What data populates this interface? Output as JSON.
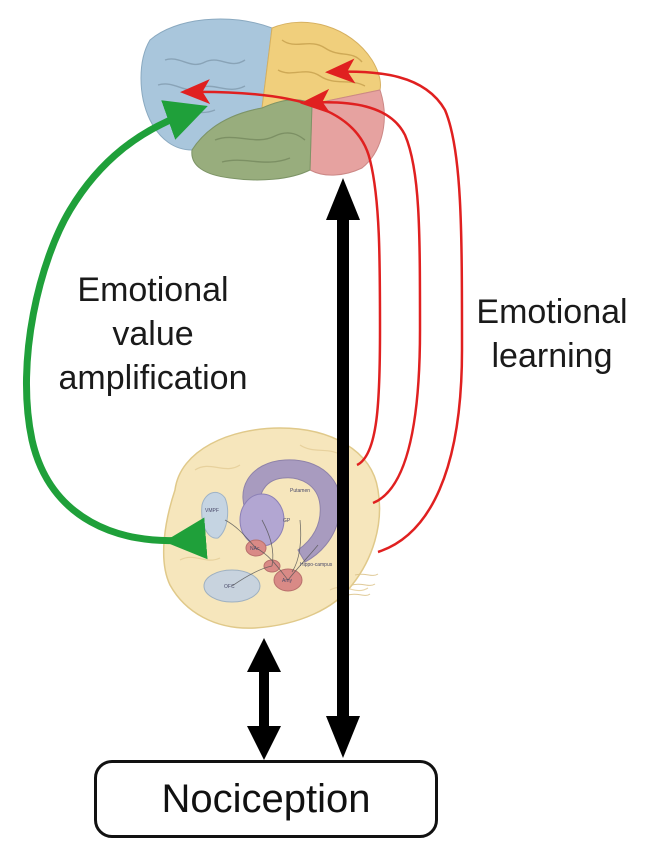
{
  "labels": {
    "amplification": [
      "Emotional",
      "value",
      "amplification"
    ],
    "learning": [
      "Emotional",
      "learning"
    ],
    "nociception": "Nociception"
  },
  "colors": {
    "green_arrow": "#1fa03a",
    "red_arrow": "#e02020",
    "black_arrow": "#000000",
    "frontal_lobe": "#a9c6dc",
    "parietal_lobe": "#f0cf7c",
    "temporal_lobe": "#98ad7d",
    "occipital_lobe": "#e6a2a0",
    "inner_brain": "#f6e6bc",
    "basal_ganglia": "#9b8fc0",
    "amygdala": "#d98a86"
  },
  "brain_labels": [
    "Putamen",
    "GP",
    "Hippo-campus",
    "OFC",
    "VMPF",
    "NAc",
    "Amy"
  ]
}
